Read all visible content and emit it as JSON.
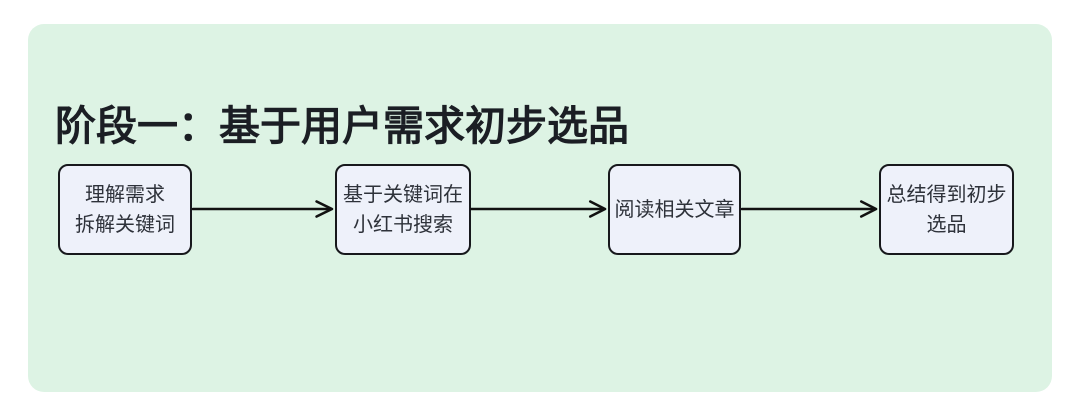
{
  "panel": {
    "title": "阶段一：基于用户需求初步选品"
  },
  "flow": {
    "steps": [
      {
        "label": "理解需求\n拆解关键词"
      },
      {
        "label": "基于关键词在\n小红书搜索"
      },
      {
        "label": "阅读相关文章"
      },
      {
        "label": "总结得到初步\n选品"
      }
    ],
    "arrow_icon": "right-arrow"
  },
  "colors": {
    "panel-bg": "#ddf3e4",
    "box-fill": "#eef1fa",
    "box-border": "#17181c",
    "box-text": "#2e323a",
    "title-color": "#1b1e24",
    "arrow-color": "#111111"
  }
}
